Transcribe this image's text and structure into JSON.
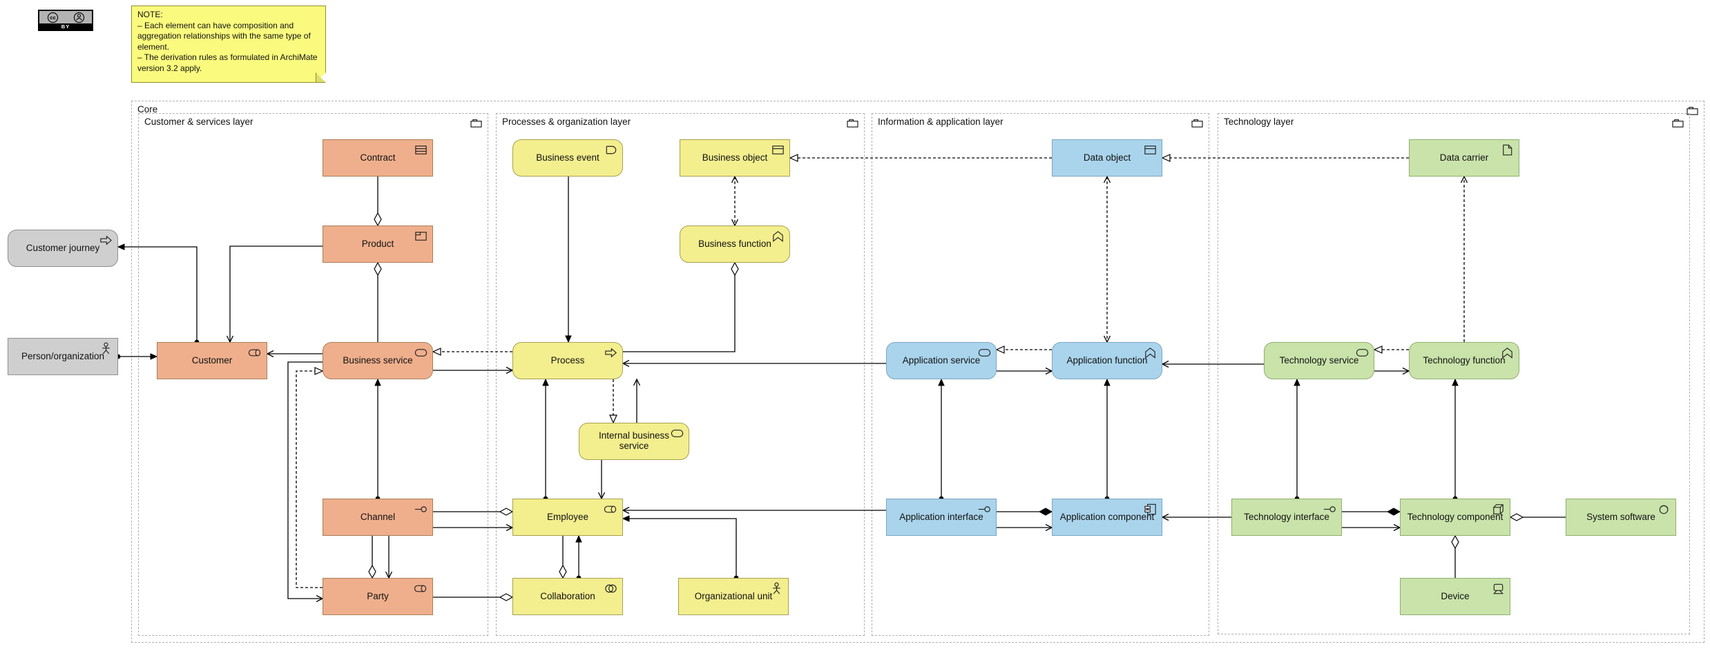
{
  "badge": {
    "cc_label": "cc",
    "by_label": "BY"
  },
  "note": {
    "text": "NOTE:\n– Each element can have composition and aggregation relationships with the same type of element.\n– The derivation rules as formulated in ArchiMate version 3.2 apply."
  },
  "core": {
    "label": "Core"
  },
  "layers": {
    "customer": {
      "label": "Customer & services layer"
    },
    "process": {
      "label": "Processes & organization layer"
    },
    "application": {
      "label": "Information & application layer"
    },
    "technology": {
      "label": "Technology layer"
    }
  },
  "nodes": {
    "contract": {
      "label": "Contract"
    },
    "product": {
      "label": "Product"
    },
    "customer": {
      "label": "Customer"
    },
    "business_service": {
      "label": "Business service"
    },
    "channel": {
      "label": "Channel"
    },
    "party": {
      "label": "Party"
    },
    "customer_journey": {
      "label": "Customer journey"
    },
    "person_organization": {
      "label": "Person/organization"
    },
    "business_event": {
      "label": "Business event"
    },
    "business_object": {
      "label": "Business object"
    },
    "business_function": {
      "label": "Business function"
    },
    "process": {
      "label": "Process"
    },
    "internal_business_service": {
      "label": "Internal business service"
    },
    "employee": {
      "label": "Employee"
    },
    "collaboration": {
      "label": "Collaboration"
    },
    "organizational_unit": {
      "label": "Organizational unit"
    },
    "data_object": {
      "label": "Data object"
    },
    "application_service": {
      "label": "Application service"
    },
    "application_function": {
      "label": "Application function"
    },
    "application_interface": {
      "label": "Application interface"
    },
    "application_component": {
      "label": "Application component"
    },
    "data_carrier": {
      "label": "Data carrier"
    },
    "technology_service": {
      "label": "Technology service"
    },
    "technology_function": {
      "label": "Technology function"
    },
    "technology_interface": {
      "label": "Technology interface"
    },
    "technology_component": {
      "label": "Technology component"
    },
    "system_software": {
      "label": "System software"
    },
    "device": {
      "label": "Device"
    }
  },
  "colors": {
    "business_orange": "#efaf8c",
    "business_yellow": "#f3ee8e",
    "application_blue": "#aad4ec",
    "technology_green": "#c9e3aa",
    "other_gray": "#cfcfcf",
    "note_yellow": "#fafa7e",
    "line_black": "#000000",
    "container_dash_gray": "#b0b0b0"
  },
  "relationships": [
    {
      "from": "product",
      "to": "contract",
      "type": "aggregation"
    },
    {
      "from": "product",
      "to": "business_service",
      "type": "aggregation"
    },
    {
      "from": "product",
      "to": "customer",
      "type": "serving"
    },
    {
      "from": "customer",
      "to": "customer_journey",
      "type": "assignment"
    },
    {
      "from": "person_organization",
      "to": "customer",
      "type": "assignment"
    },
    {
      "from": "business_service",
      "to": "customer",
      "type": "serving"
    },
    {
      "from": "process",
      "to": "business_service",
      "type": "realization"
    },
    {
      "from": "business_service",
      "to": "process",
      "type": "serving"
    },
    {
      "from": "business_service",
      "to": "party",
      "type": "serving"
    },
    {
      "from": "party",
      "to": "business_service",
      "type": "realization"
    },
    {
      "from": "channel",
      "to": "business_service",
      "type": "assignment"
    },
    {
      "from": "employee",
      "to": "channel",
      "type": "aggregation"
    },
    {
      "from": "channel",
      "to": "employee",
      "type": "serving"
    },
    {
      "from": "party",
      "to": "channel",
      "type": "aggregation"
    },
    {
      "from": "channel",
      "to": "party",
      "type": "association"
    },
    {
      "from": "collaboration",
      "to": "party",
      "type": "aggregation"
    },
    {
      "from": "business_event",
      "to": "process",
      "type": "triggering"
    },
    {
      "from": "business_function",
      "to": "process",
      "type": "aggregation"
    },
    {
      "from": "business_object",
      "to": "business_function",
      "type": "access"
    },
    {
      "from": "data_object",
      "to": "business_object",
      "type": "realization"
    },
    {
      "from": "process",
      "to": "internal_business_service",
      "type": "realization"
    },
    {
      "from": "internal_business_service",
      "to": "process",
      "type": "serving"
    },
    {
      "from": "employee",
      "to": "process",
      "type": "assignment"
    },
    {
      "from": "internal_business_service",
      "to": "employee",
      "type": "serving"
    },
    {
      "from": "collaboration",
      "to": "employee",
      "type": "aggregation"
    },
    {
      "from": "collaboration",
      "to": "employee",
      "type": "assignment"
    },
    {
      "from": "organizational_unit",
      "to": "employee",
      "type": "assignment"
    },
    {
      "from": "application_interface",
      "to": "employee",
      "type": "serving"
    },
    {
      "from": "application_interface",
      "to": "application_service",
      "type": "assignment"
    },
    {
      "from": "application_component",
      "to": "application_function",
      "type": "assignment"
    },
    {
      "from": "data_object",
      "to": "application_function",
      "type": "access"
    },
    {
      "from": "application_function",
      "to": "application_service",
      "type": "realization"
    },
    {
      "from": "application_service",
      "to": "application_function",
      "type": "serving"
    },
    {
      "from": "application_service",
      "to": "process",
      "type": "serving"
    },
    {
      "from": "application_component",
      "to": "application_interface",
      "type": "composition"
    },
    {
      "from": "application_interface",
      "to": "application_component",
      "type": "serving"
    },
    {
      "from": "technology_interface",
      "to": "application_component",
      "type": "serving"
    },
    {
      "from": "data_carrier",
      "to": "data_object",
      "type": "realization"
    },
    {
      "from": "technology_interface",
      "to": "technology_service",
      "type": "assignment"
    },
    {
      "from": "technology_component",
      "to": "technology_function",
      "type": "assignment"
    },
    {
      "from": "technology_function",
      "to": "data_carrier",
      "type": "access"
    },
    {
      "from": "technology_function",
      "to": "technology_service",
      "type": "realization"
    },
    {
      "from": "technology_service",
      "to": "technology_function",
      "type": "serving"
    },
    {
      "from": "technology_service",
      "to": "application_function",
      "type": "serving"
    },
    {
      "from": "technology_component",
      "to": "technology_interface",
      "type": "composition"
    },
    {
      "from": "technology_interface",
      "to": "technology_component",
      "type": "serving"
    },
    {
      "from": "technology_component",
      "to": "system_software",
      "type": "aggregation"
    },
    {
      "from": "technology_component",
      "to": "device",
      "type": "aggregation"
    }
  ]
}
